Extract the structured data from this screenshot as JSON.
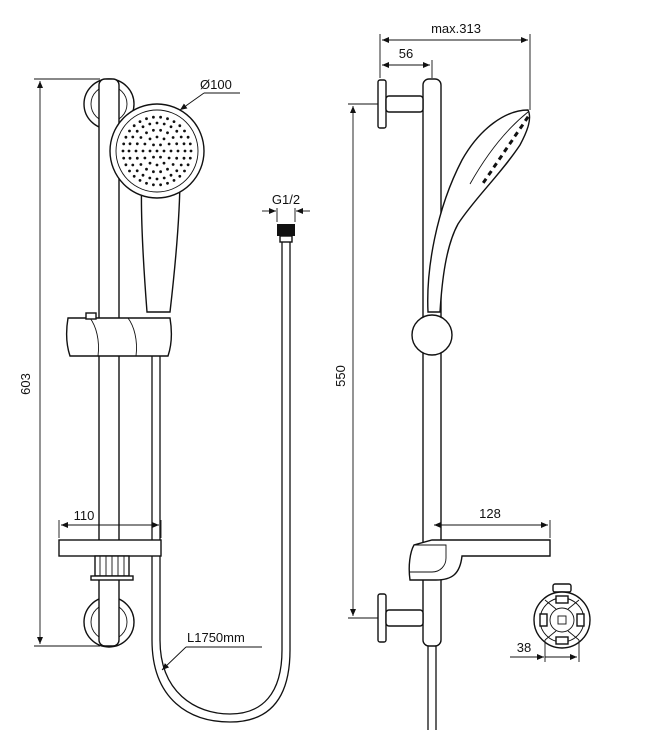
{
  "front_view": {
    "dim_height": "603",
    "dim_head_diameter": "Ø100",
    "dim_thread": "G1/2",
    "dim_shelf_width": "110",
    "dim_hose_length": "L1750mm"
  },
  "side_view": {
    "dim_max_projection": "max.313",
    "dim_bracket_depth": "56",
    "dim_rail_length": "550",
    "dim_shelf_depth": "128",
    "dim_bracket_diameter": "38"
  }
}
